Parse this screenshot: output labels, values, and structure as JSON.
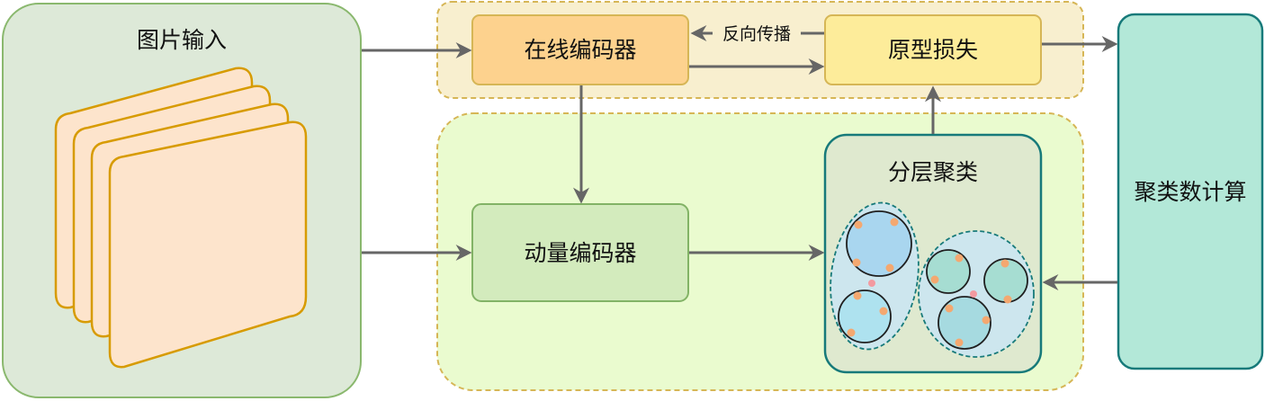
{
  "nodes": {
    "image_input": "图片输入",
    "online_encoder": "在线编码器",
    "prototype_loss": "原型损失",
    "momentum_encoder": "动量编码器",
    "hierarchical_clustering": "分层聚类",
    "cluster_count": "聚类数计算"
  },
  "edges": {
    "backprop": "反向传播"
  },
  "colors": {
    "input_panel_fill": "#dde9d8",
    "input_panel_stroke": "#8ab86e",
    "card_fill": "#fde4cc",
    "card_stroke": "#d79b00",
    "top_group_fill": "#f8efcf",
    "top_group_stroke": "#d6b656",
    "bottom_group_fill": "#eafbcf",
    "bottom_group_stroke": "#d6b656",
    "online_encoder_fill": "#fdd28e",
    "prototype_loss_fill": "#fdec9a",
    "momentum_encoder_fill": "#d3ebbd",
    "cluster_panel_fill": "#dfe9cf",
    "cluster_panel_stroke": "#177a7a",
    "cluster_count_fill": "#b3e8d8",
    "cluster_count_stroke": "#177a7a",
    "arrow": "#666666",
    "point": "#f4a870",
    "centroid": "#f39aa0"
  }
}
